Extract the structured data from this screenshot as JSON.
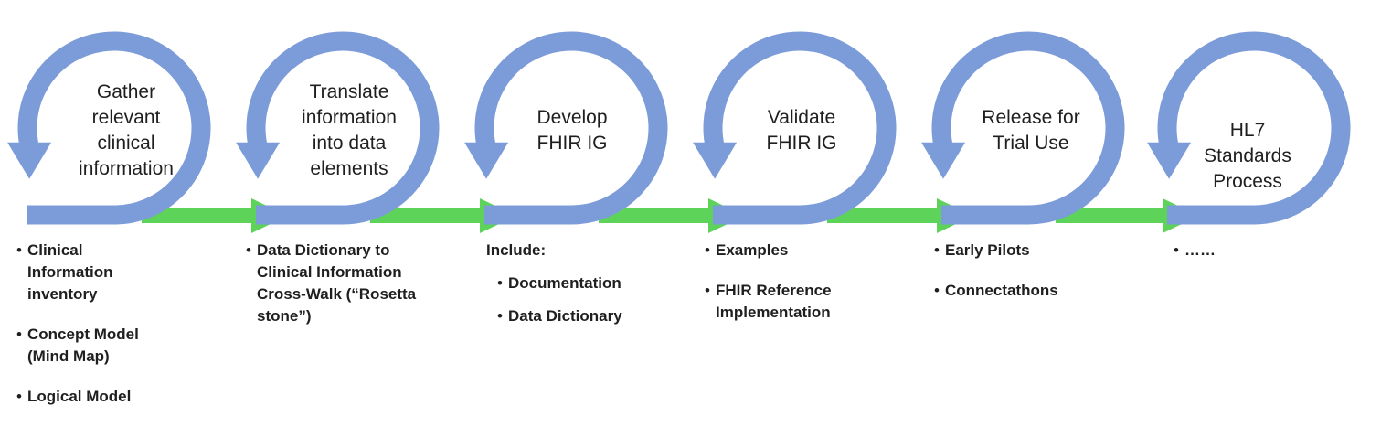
{
  "colors": {
    "ring": "#7C9BD9",
    "arrow": "#5DD35A",
    "text": "#1f1f1f"
  },
  "stages": [
    {
      "title_lines": [
        "Gather",
        "relevant",
        "clinical",
        "information"
      ],
      "notes": [
        "Clinical Information inventory",
        "Concept Model (Mind Map)",
        "Logical Model"
      ]
    },
    {
      "title_lines": [
        "Translate",
        "information",
        "into data",
        "elements"
      ],
      "notes": [
        "Data Dictionary to Clinical Information Cross-Walk (“Rosetta stone”)"
      ]
    },
    {
      "title_lines": [
        "Develop",
        "FHIR IG"
      ],
      "notes_lead": "Include:",
      "notes": [
        "Documentation",
        "Data Dictionary"
      ]
    },
    {
      "title_lines": [
        "Validate",
        "FHIR IG"
      ],
      "notes": [
        "Examples",
        "FHIR Reference Implementation"
      ]
    },
    {
      "title_lines": [
        "Release for",
        "Trial Use"
      ],
      "notes": [
        "Early Pilots",
        "Connectathons"
      ]
    },
    {
      "title_lines": [
        "HL7",
        "Standards",
        "Process"
      ],
      "notes": [
        "……"
      ]
    }
  ]
}
